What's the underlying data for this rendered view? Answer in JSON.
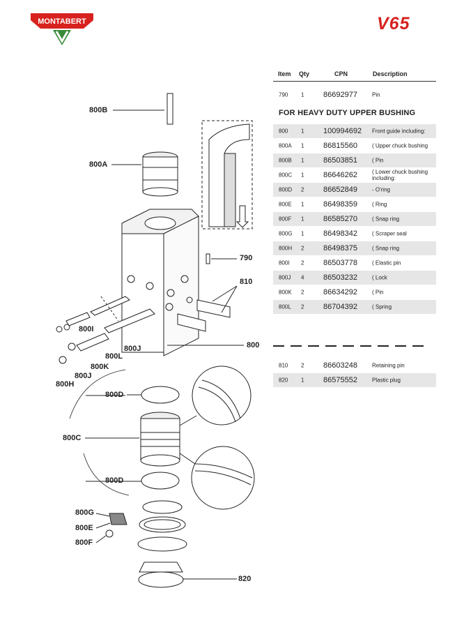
{
  "brand": {
    "logo_text": "MONTABERT",
    "model": "V65"
  },
  "colors": {
    "brand_red": "#d7221f",
    "shade": "#e6e6e6",
    "logo_green": "#3a8a3a"
  },
  "table": {
    "headers": {
      "item": "Item",
      "qty": "Qty",
      "cpn": "CPN",
      "description": "Description"
    },
    "rows_top": [
      {
        "item": "790",
        "qty": "1",
        "cpn": "86692977",
        "description": "Pin"
      }
    ],
    "section_title": "FOR HEAVY DUTY UPPER BUSHING",
    "rows_group": [
      {
        "item": "800",
        "qty": "1",
        "cpn": "100994692",
        "description": "Front guide including:"
      },
      {
        "item": "800A",
        "qty": "1",
        "cpn": "86815560",
        "description": "( Upper chuck bushing"
      },
      {
        "item": "800B",
        "qty": "1",
        "cpn": "86503851",
        "description": "( Pin"
      },
      {
        "item": "800C",
        "qty": "1",
        "cpn": "86646262",
        "description": "( Lower chuck bushing including:"
      },
      {
        "item": "800D",
        "qty": "2",
        "cpn": "86652849",
        "description": "- O'ring"
      },
      {
        "item": "800E",
        "qty": "1",
        "cpn": "86498359",
        "description": "( Ring"
      },
      {
        "item": "800F",
        "qty": "1",
        "cpn": "86585270",
        "description": "( Snap ring"
      },
      {
        "item": "800G",
        "qty": "1",
        "cpn": "86498342",
        "description": "( Scraper seal"
      },
      {
        "item": "800H",
        "qty": "2",
        "cpn": "86498375",
        "description": "( Snap ring"
      },
      {
        "item": "800I",
        "qty": "2",
        "cpn": "86503778",
        "description": "( Elastic pin"
      },
      {
        "item": "800J",
        "qty": "4",
        "cpn": "86503232",
        "description": "( Lock"
      },
      {
        "item": "800K",
        "qty": "2",
        "cpn": "86634292",
        "description": "( Pin"
      },
      {
        "item": "800L",
        "qty": "2",
        "cpn": "86704392",
        "description": "( Spring"
      }
    ],
    "rows_bottom": [
      {
        "item": "810",
        "qty": "2",
        "cpn": "86603248",
        "description": "Retaining pin"
      },
      {
        "item": "820",
        "qty": "1",
        "cpn": "86575552",
        "description": "Plastic plug"
      }
    ]
  },
  "callouts": {
    "c800B": "800B",
    "c800A": "800A",
    "c790": "790",
    "c810": "810",
    "c800I": "800I",
    "c800J_top": "800J",
    "c800L": "800L",
    "c800K": "800K",
    "c800J": "800J",
    "c800H": "800H",
    "c800": "800",
    "c800D_top": "800D",
    "c800C": "800C",
    "c800D_bot": "800D",
    "c800G": "800G",
    "c800E": "800E",
    "c800F": "800F",
    "c820": "820"
  }
}
